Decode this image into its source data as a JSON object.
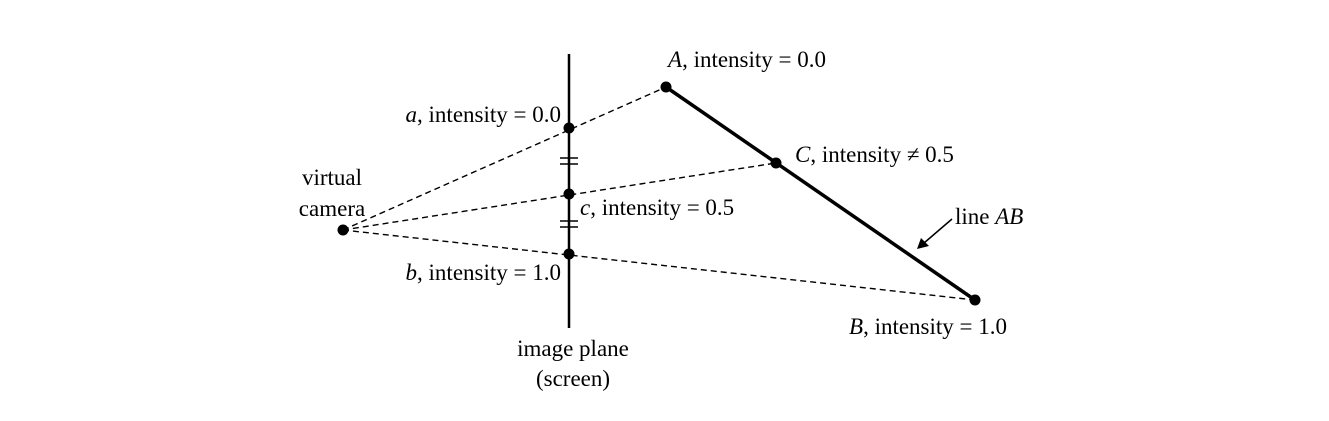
{
  "camera": {
    "label_line1": "virtual",
    "label_line2": "camera"
  },
  "image_plane": {
    "label_line1": "image plane",
    "label_line2": "(screen)"
  },
  "points": {
    "A": {
      "name": "A",
      "rest": ", intensity = 0.0"
    },
    "B": {
      "name": "B",
      "rest": ", intensity = 1.0"
    },
    "C": {
      "name": "C",
      "rest": ", intensity ≠ 0.5"
    },
    "a": {
      "name": "a",
      "rest": ", intensity = 0.0"
    },
    "b": {
      "name": "b",
      "rest": ", intensity = 1.0"
    },
    "c": {
      "name": "c",
      "rest": ", intensity = 0.5"
    }
  },
  "line_label": {
    "prefix": "line ",
    "name": "AB"
  },
  "colors": {
    "ink": "#000000",
    "background": "#ffffff"
  }
}
